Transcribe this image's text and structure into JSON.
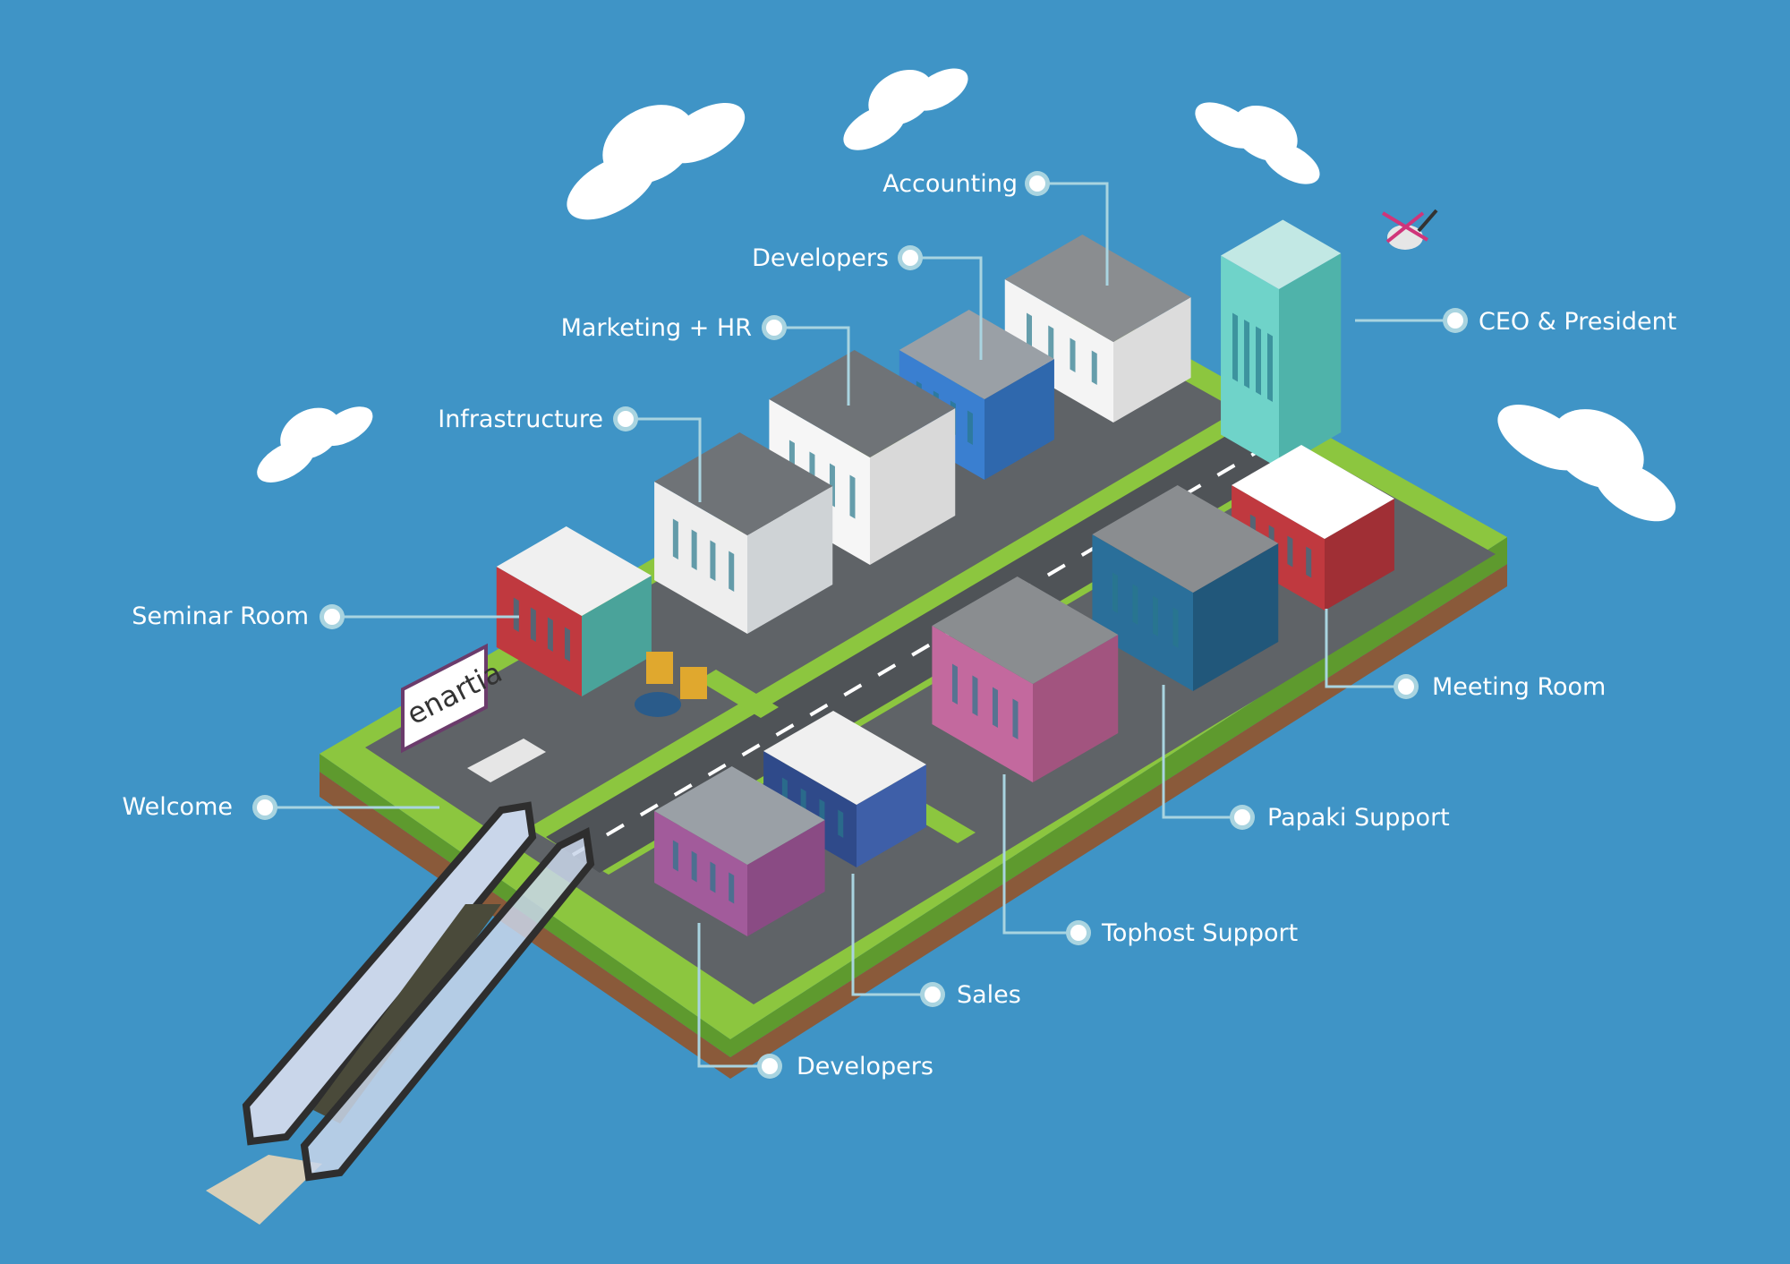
{
  "colors": {
    "background": "#3f94c6",
    "grass": "#8cc63f",
    "grass_side": "#5e9a2e",
    "soil": "#8a5a3a",
    "lot": "#5f6367",
    "road": "#4f5357",
    "leader": "#a9d4e0"
  },
  "sign": {
    "text": "enartia"
  },
  "labels": {
    "accounting": "Accounting",
    "developers_top": "Developers",
    "marketing_hr": "Marketing + HR",
    "infrastructure": "Infrastructure",
    "seminar_room": "Seminar Room",
    "welcome": "Welcome",
    "ceo_president": "CEO & President",
    "meeting_room": "Meeting Room",
    "papaki_support": "Papaki Support",
    "tophost_support": "Tophost Support",
    "sales": "Sales",
    "developers_bottom": "Developers"
  }
}
